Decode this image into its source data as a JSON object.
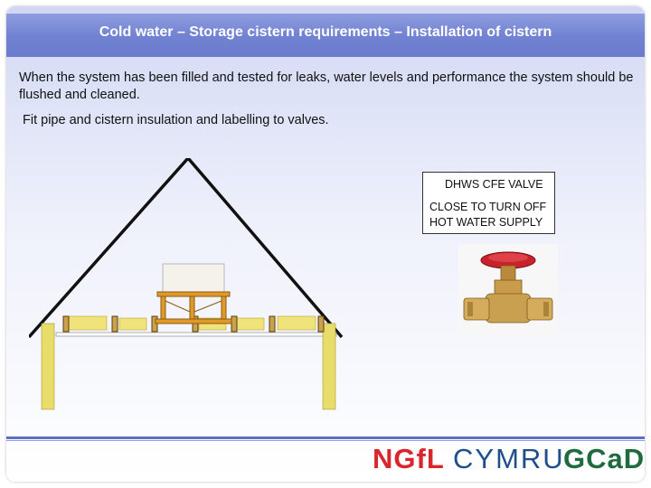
{
  "slide": {
    "title": "Cold water – Storage cistern requirements – Installation of cistern",
    "paragraph1": "When the system has been filled and tested for leaks, water levels and performance the system should be flushed and cleaned.",
    "paragraph2": "Fit pipe and cistern  insulation and labelling to valves."
  },
  "valve_label": {
    "title": "DHWS CFE VALVE",
    "line1": "CLOSE TO TURN OFF",
    "line2": "HOT WATER SUPPLY"
  },
  "footer": {
    "logo_ngfl": "NGfL",
    "logo_cymru": "CYMRU",
    "logo_gcad": "GCaD"
  },
  "colors": {
    "title_bar": "#7283d2",
    "insulation": "#e8dc6a",
    "tank_platform": "#e09a2a",
    "valve_handle": "#c8232c",
    "ngfl_red": "#d9262c",
    "cymru_blue": "#1f4e8a",
    "gcad_green": "#1f6b3f"
  },
  "icons": {
    "attic_diagram": "attic-cistern-diagram",
    "valve_image": "gate-valve-photo"
  }
}
